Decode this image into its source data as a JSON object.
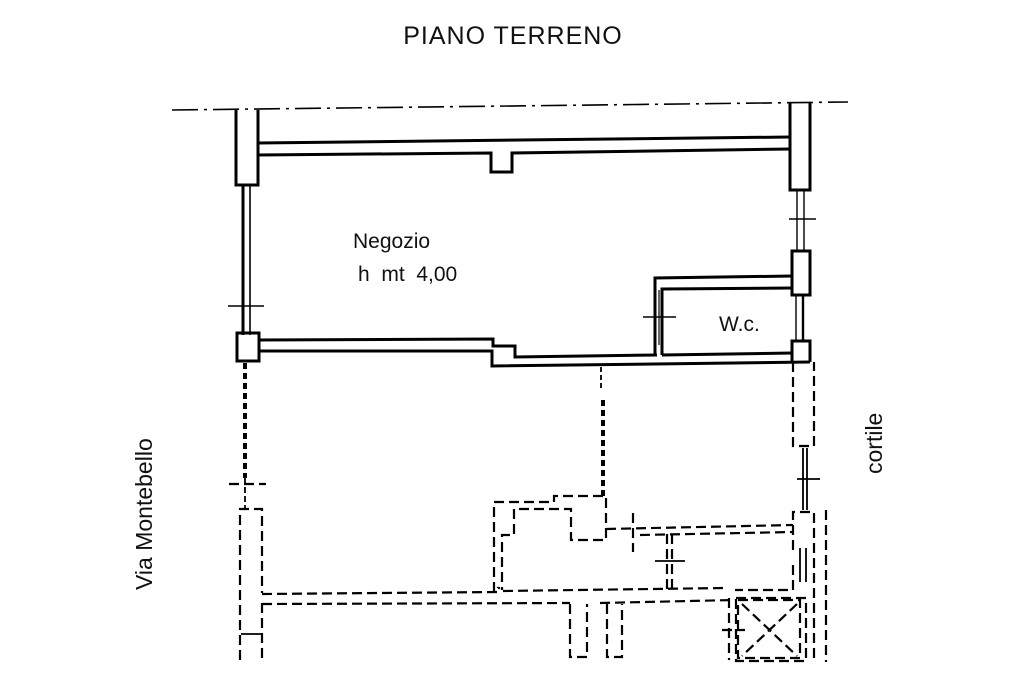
{
  "drawing": {
    "title": "PIANO TERRENO",
    "rooms": [
      {
        "name": "Negozio",
        "height_label": "h  mt  4,00"
      },
      {
        "name": "W.c."
      }
    ],
    "street_label": "Via Montebello",
    "courtyard_label": "cortile"
  }
}
